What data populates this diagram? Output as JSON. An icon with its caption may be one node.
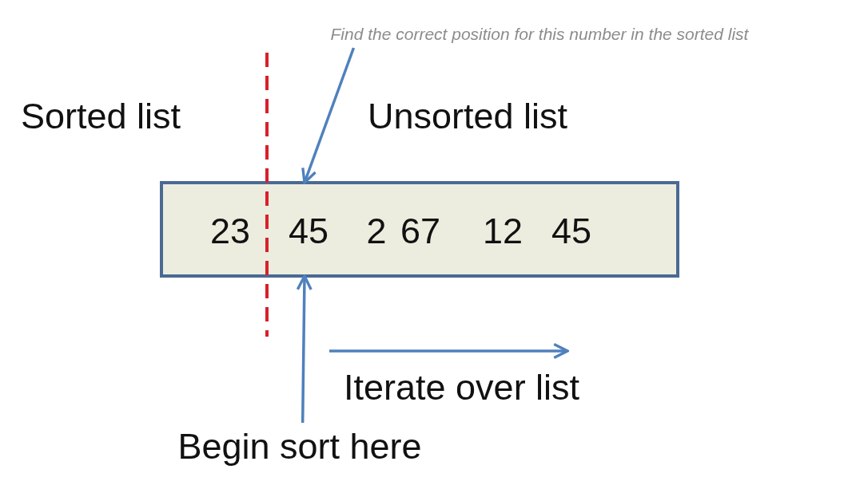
{
  "diagram": {
    "nodes": [
      {
        "text": [
          "Find the correct position for this number in the sorted list"
        ]
      },
      {
        "text": [],
        "shape": "box"
      },
      {
        "text": [
          "23"
        ],
        "in": 1
      },
      {
        "text": [
          "45"
        ],
        "in": 1
      },
      {
        "text": [
          "2"
        ],
        "in": 1
      },
      {
        "text": [
          "67"
        ],
        "in": 1
      },
      {
        "text": [
          "12"
        ],
        "in": 1
      },
      {
        "text": [
          "45"
        ],
        "in": 1
      },
      {
        "text": [
          "Begin sort here"
        ]
      }
    ],
    "edges": [
      {
        "from": 0,
        "to": 3,
        "arrow": "to"
      },
      {
        "from": 8,
        "to": 3,
        "arrow": "to"
      }
    ],
    "labels": [
      "Sorted list",
      "Unsorted list",
      "Iterate over list"
    ]
  }
}
